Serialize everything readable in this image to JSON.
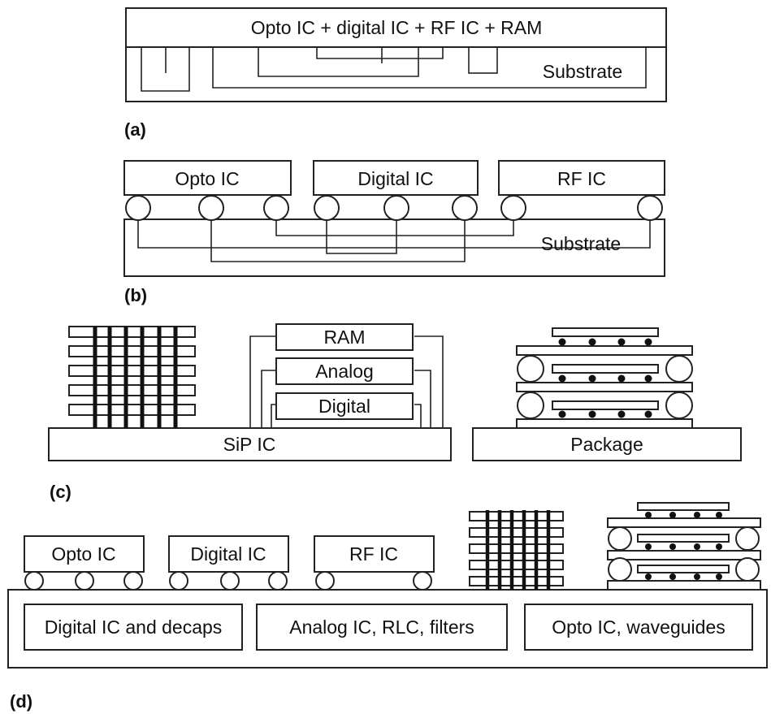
{
  "panel_a": {
    "tag": "(a)",
    "chip_label": "Opto IC + digital IC + RF IC + RAM",
    "substrate_label": "Substrate"
  },
  "panel_b": {
    "tag": "(b)",
    "chips": [
      "Opto IC",
      "Digital IC",
      "RF IC"
    ],
    "substrate_label": "Substrate"
  },
  "panel_c": {
    "tag": "(c)",
    "stack_layers": [
      "RAM",
      "Analog",
      "Digital"
    ],
    "sip_label": "SiP IC",
    "package_label": "Package"
  },
  "panel_d": {
    "tag": "(d)",
    "chips": [
      "Opto IC",
      "Digital IC",
      "RF IC"
    ],
    "embedded": [
      "Digital IC and decaps",
      "Analog IC, RLC, filters",
      "Opto IC, waveguides"
    ]
  }
}
